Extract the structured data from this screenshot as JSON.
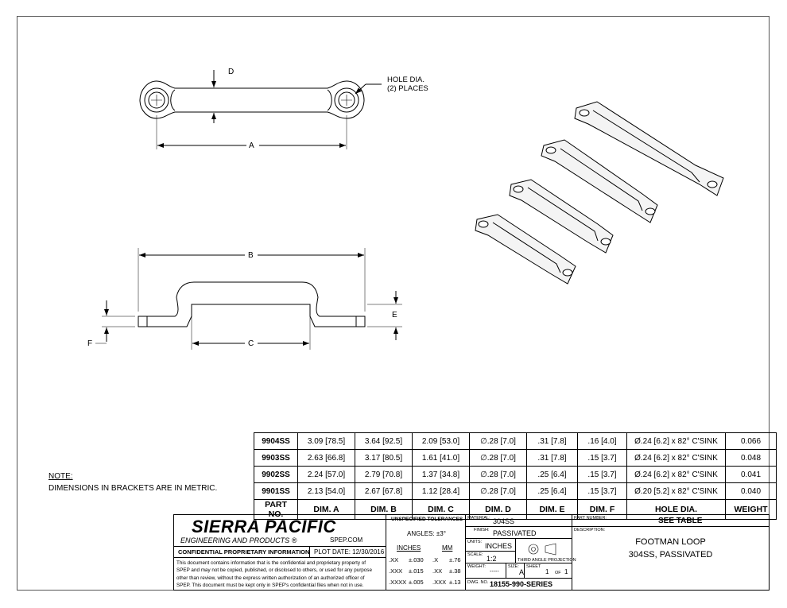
{
  "dimension_labels": {
    "a": "A",
    "b": "B",
    "c": "C",
    "d": "D",
    "e": "E",
    "f": "F"
  },
  "callout": {
    "line1": "HOLE DIA.",
    "line2": "(2) PLACES"
  },
  "note": {
    "title": "NOTE:",
    "text": "DIMENSIONS IN BRACKETS ARE IN METRIC."
  },
  "table": {
    "header": [
      "PART NO.",
      "DIM. A",
      "DIM. B",
      "DIM. C",
      "DIM. D",
      "DIM. E",
      "DIM. F",
      "HOLE DIA.",
      "WEIGHT"
    ],
    "rows": [
      [
        "9904SS",
        "3.09 [78.5]",
        "3.64 [92.5]",
        "2.09 [53.0]",
        "∅.28 [7.0]",
        ".31 [7.8]",
        ".16 [4.0]",
        "Ø.24 [6.2] x 82° C'SINK",
        "0.066"
      ],
      [
        "9903SS",
        "2.63 [66.8]",
        "3.17 [80.5]",
        "1.61 [41.0]",
        "∅.28 [7.0]",
        ".31 [7.8]",
        ".15 [3.7]",
        "Ø.24 [6.2] x 82° C'SINK",
        "0.048"
      ],
      [
        "9902SS",
        "2.24 [57.0]",
        "2.79 [70.8]",
        "1.37 [34.8]",
        "∅.28 [7.0]",
        ".25 [6.4]",
        ".15 [3.7]",
        "Ø.24 [6.2] x 82° C'SINK",
        "0.041"
      ],
      [
        "9901SS",
        "2.13 [54.0]",
        "2.67 [67.8]",
        "1.12 [28.4]",
        "∅.28 [7.0]",
        ".25 [6.4]",
        ".15 [3.7]",
        "Ø.20 [5.2] x 82° C'SINK",
        "0.040"
      ]
    ]
  },
  "title_block": {
    "company": "SIERRA PACIFIC",
    "subtitle": "ENGINEERING AND PRODUCTS",
    "trademark": "®",
    "website": "SPEP.COM",
    "confidential_label": "CONFIDENTIAL PROPRIETARY INFORMATION",
    "plot_date": "PLOT DATE: 12/30/2016",
    "disclaimer_lines": [
      "This document contains information that is the confidential and proprietary property of",
      "SPEP and may not be copied, published, or disclosed to others, or used for any purpose",
      "other than review, without the express written authorization of an authorized officer of",
      "SPEP. This document must be kept only in SPEP's confidential files when not in use."
    ],
    "tolerances_title": "UNSPECIFIED TOLERANCES",
    "angles": "ANGLES: ±3°",
    "inches_label": "INCHES",
    "mm_label": "MM",
    "tol_rows": [
      [
        ".XX",
        "±.030",
        ".X",
        "±.76"
      ],
      [
        ".XXX",
        "±.015",
        ".XX",
        "±.38"
      ],
      [
        ".XXXX",
        "±.005",
        ".XXX",
        "±.13"
      ]
    ],
    "material_label": "MATERIAL:",
    "material": "304SS",
    "finish_label": "FINISH:",
    "finish": "PASSIVATED",
    "units_label": "UNITS:",
    "units": "INCHES",
    "scale_label": "SCALE:",
    "scale": "1:2",
    "projection": "THIRD ANGLE PROJECTION",
    "weight_label": "WEIGHT:",
    "weight": "-----",
    "size_label": "SIZE:",
    "size": "A",
    "sheet_label": "SHEET",
    "sheet": "1",
    "of_label": "OF",
    "sheet_total": "1",
    "dwg_label": "DWG. NO.",
    "dwg_no": "18155-990-SERIES",
    "part_number_label": "PART NUMBER:",
    "part_number": "SEE TABLE",
    "description_label": "DESCRIPTION:",
    "description_line1": "FOOTMAN LOOP",
    "description_line2": "304SS, PASSIVATED"
  }
}
